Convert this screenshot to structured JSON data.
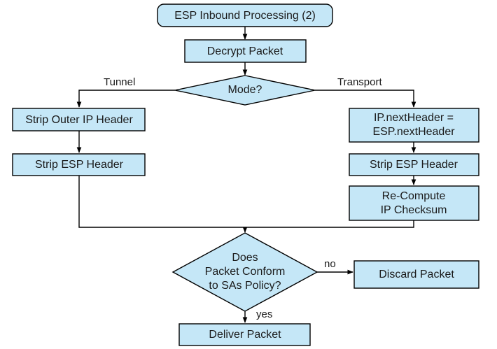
{
  "diagram": {
    "title": "ESP Inbound Processing (2)",
    "background_color": "#ffffff",
    "node_fill_color": "#c5e7f7",
    "node_border_color": "#000000",
    "text_color": "#1a1a1a",
    "nodes": {
      "start_terminator": {
        "label": "ESP Inbound Processing (2)",
        "shape": "rounded-rectangle"
      },
      "decrypt_packet": {
        "label": "Decrypt Packet",
        "shape": "rectangle"
      },
      "mode_decision": {
        "label": "Mode?",
        "shape": "diamond"
      },
      "strip_outer_ip_header": {
        "label": "Strip Outer IP Header",
        "shape": "rectangle"
      },
      "strip_esp_header_tunnel": {
        "label": "Strip ESP Header",
        "shape": "rectangle"
      },
      "set_next_header": {
        "label_line1": "IP.nextHeader =",
        "label_line2": "ESP.nextHeader",
        "shape": "rectangle"
      },
      "strip_esp_header_transport": {
        "label": "Strip ESP Header",
        "shape": "rectangle"
      },
      "recompute_checksum": {
        "label_line1": "Re-Compute",
        "label_line2": "IP Checksum",
        "shape": "rectangle"
      },
      "policy_decision": {
        "label_line1": "Does",
        "label_line2": "Packet Conform",
        "label_line3": "to SAs Policy?",
        "shape": "diamond"
      },
      "discard_packet": {
        "label": "Discard Packet",
        "shape": "rectangle"
      },
      "deliver_packet": {
        "label": "Deliver Packet",
        "shape": "rectangle"
      }
    },
    "edge_labels": {
      "tunnel": "Tunnel",
      "transport": "Transport",
      "no": "no",
      "yes": "yes"
    }
  }
}
